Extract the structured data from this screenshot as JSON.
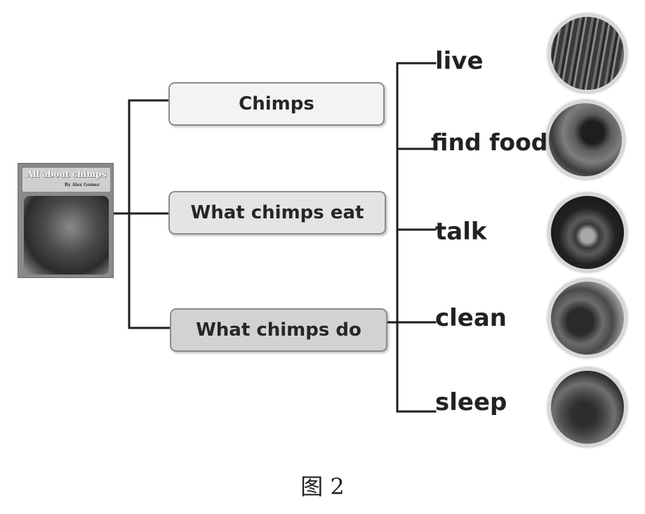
{
  "book": {
    "title": "All about chimps",
    "author": "By Alex Gomez"
  },
  "boxes": [
    {
      "label": "Chimps"
    },
    {
      "label": "What chimps eat"
    },
    {
      "label": "What chimps do"
    }
  ],
  "leaves": [
    {
      "label": "live",
      "photo_icon": "chimps-group-photo"
    },
    {
      "label": "find food",
      "photo_icon": "chimp-eating-photo"
    },
    {
      "label": "talk",
      "photo_icon": "chimp-face-photo"
    },
    {
      "label": "clean",
      "photo_icon": "chimps-grooming-photo"
    },
    {
      "label": "sleep",
      "photo_icon": "chimp-sleeping-photo"
    }
  ],
  "caption": "图 2",
  "colors": {
    "line": "#1e1e1e",
    "box_border": "#8c8c8c"
  }
}
